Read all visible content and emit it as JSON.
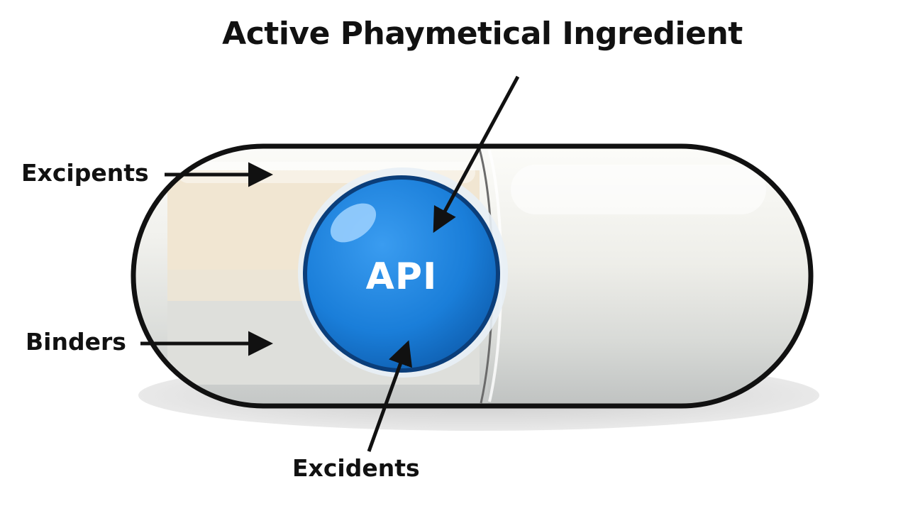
{
  "diagram": {
    "title": "Active Phaymetical Ingredient",
    "core_label": "API",
    "labels": {
      "excipients": "Excipents",
      "binders": "Binders",
      "excidents": "Excidents"
    },
    "colors": {
      "api_blue": "#1a7ed9",
      "outline": "#111111",
      "shell": "#eeeeea",
      "excipient_fill": "#f1e6d2",
      "binder_fill": "#dedfdb"
    }
  }
}
